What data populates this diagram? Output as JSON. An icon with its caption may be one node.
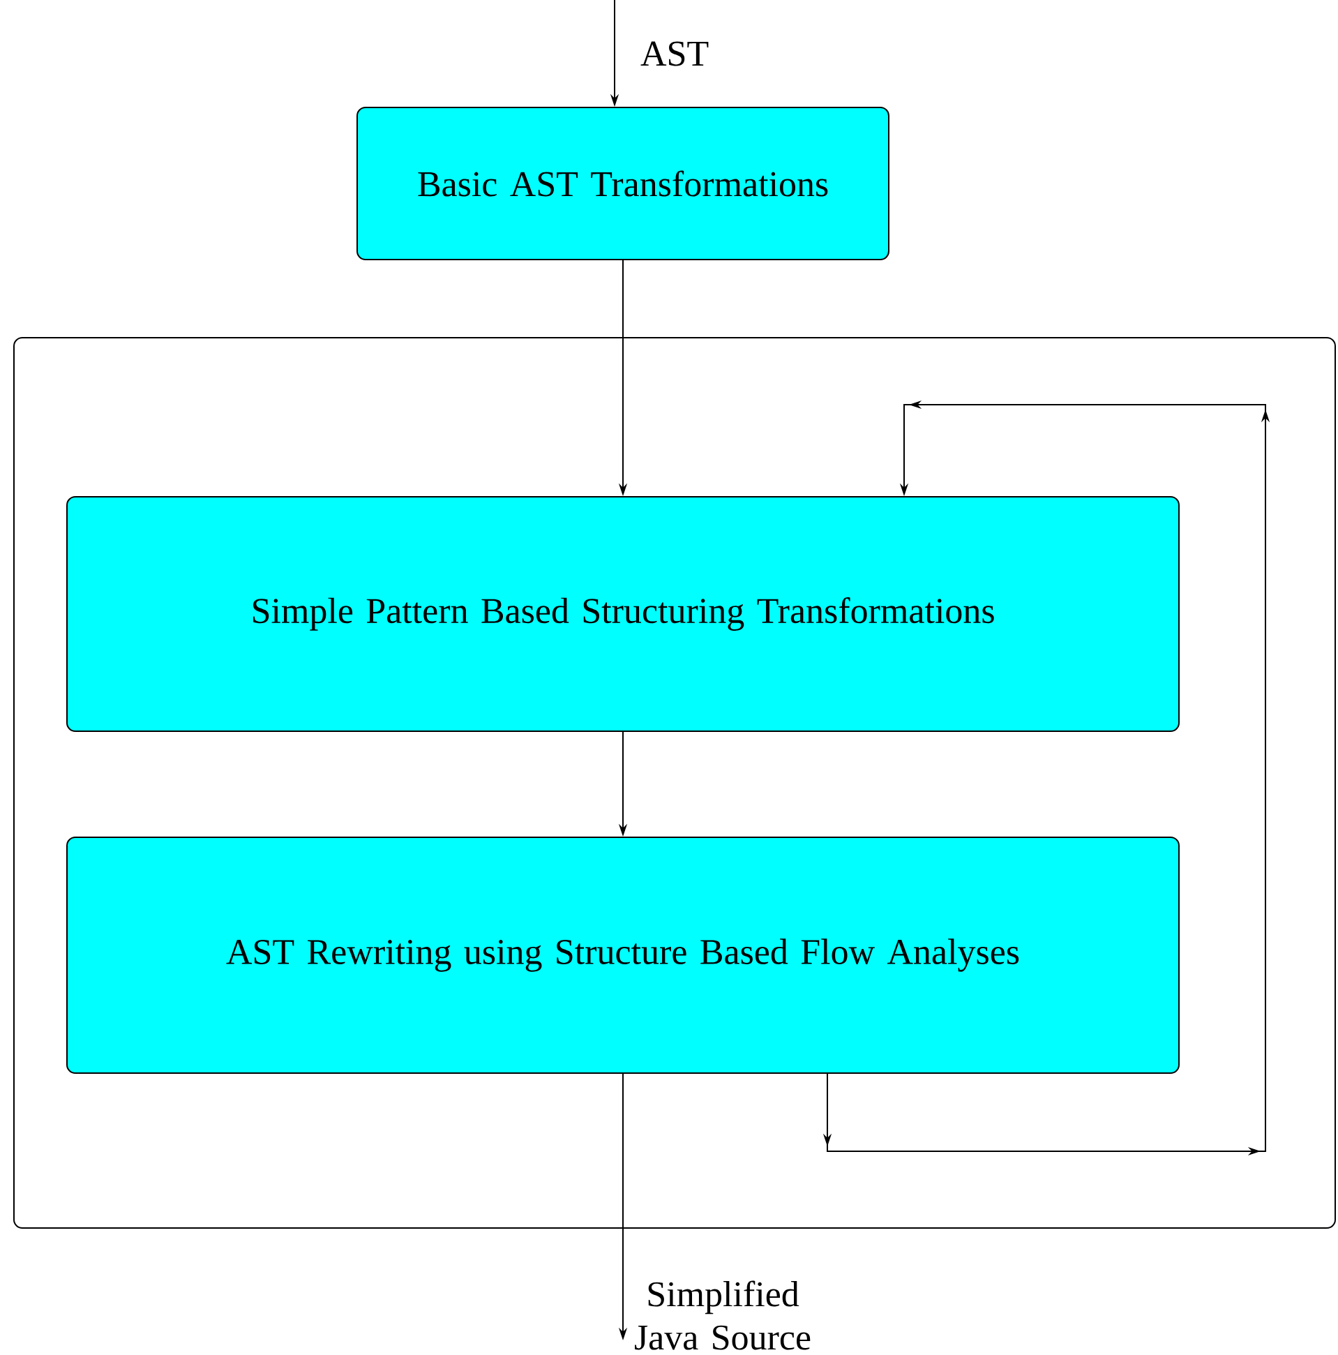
{
  "diagram": {
    "nodes": [
      {
        "text": [
          "Basic AST Transformations"
        ]
      },
      {
        "text": [],
        "shape": "box"
      },
      {
        "text": [
          "Simple Pattern Based Structuring Transformations"
        ],
        "in": 1
      },
      {
        "text": [
          "AST Rewriting using Structure Based Flow Analyses"
        ],
        "in": 1
      }
    ],
    "edges": [
      {
        "from": null,
        "to": 0,
        "arrow": "to",
        "label": "AST"
      },
      {
        "from": 0,
        "to": 2,
        "arrow": "to"
      },
      {
        "from": 2,
        "to": 3,
        "arrow": "to"
      },
      {
        "from": 3,
        "to": null,
        "arrow": "to",
        "label": "Simplified Java Source"
      },
      {
        "from": 3,
        "to": 2,
        "arrow": "to"
      }
    ]
  }
}
